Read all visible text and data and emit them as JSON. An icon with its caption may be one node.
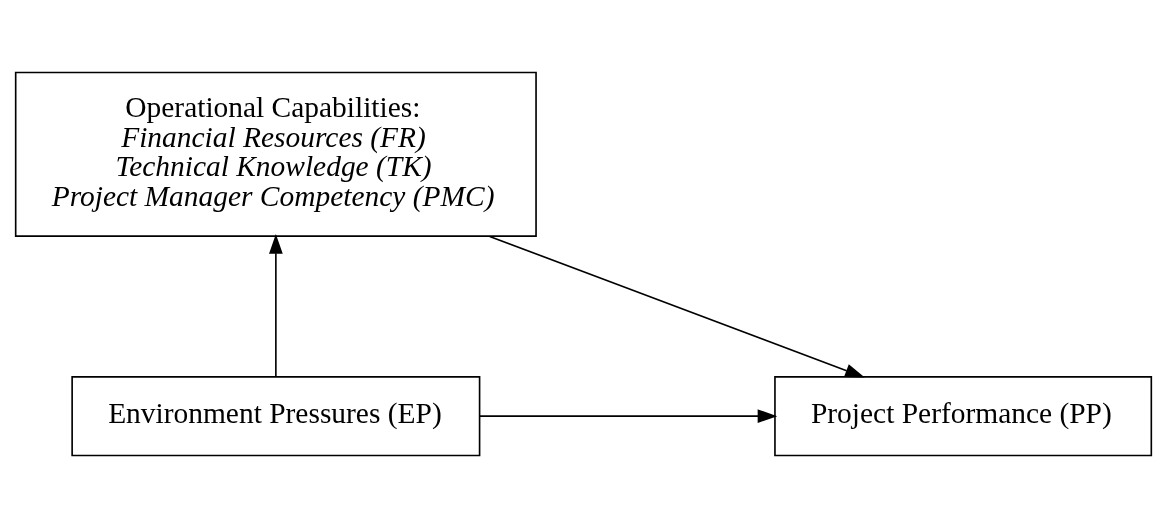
{
  "diagram": {
    "nodes": [
      {
        "text": [
          "Operational Capabilities:",
          "Financial Resources (FR)",
          "Technical Knowledge (TK)",
          "Project Manager Competency (PMC)"
        ]
      },
      {
        "text": [
          "Environment Pressures (EP)"
        ]
      },
      {
        "text": [
          "Project Performance (PP)"
        ]
      }
    ],
    "edges": [
      {
        "from": 1,
        "to": 0,
        "arrow": "to"
      },
      {
        "from": 0,
        "to": 2,
        "arrow": "to"
      },
      {
        "from": 1,
        "to": 2,
        "arrow": "to"
      }
    ]
  }
}
